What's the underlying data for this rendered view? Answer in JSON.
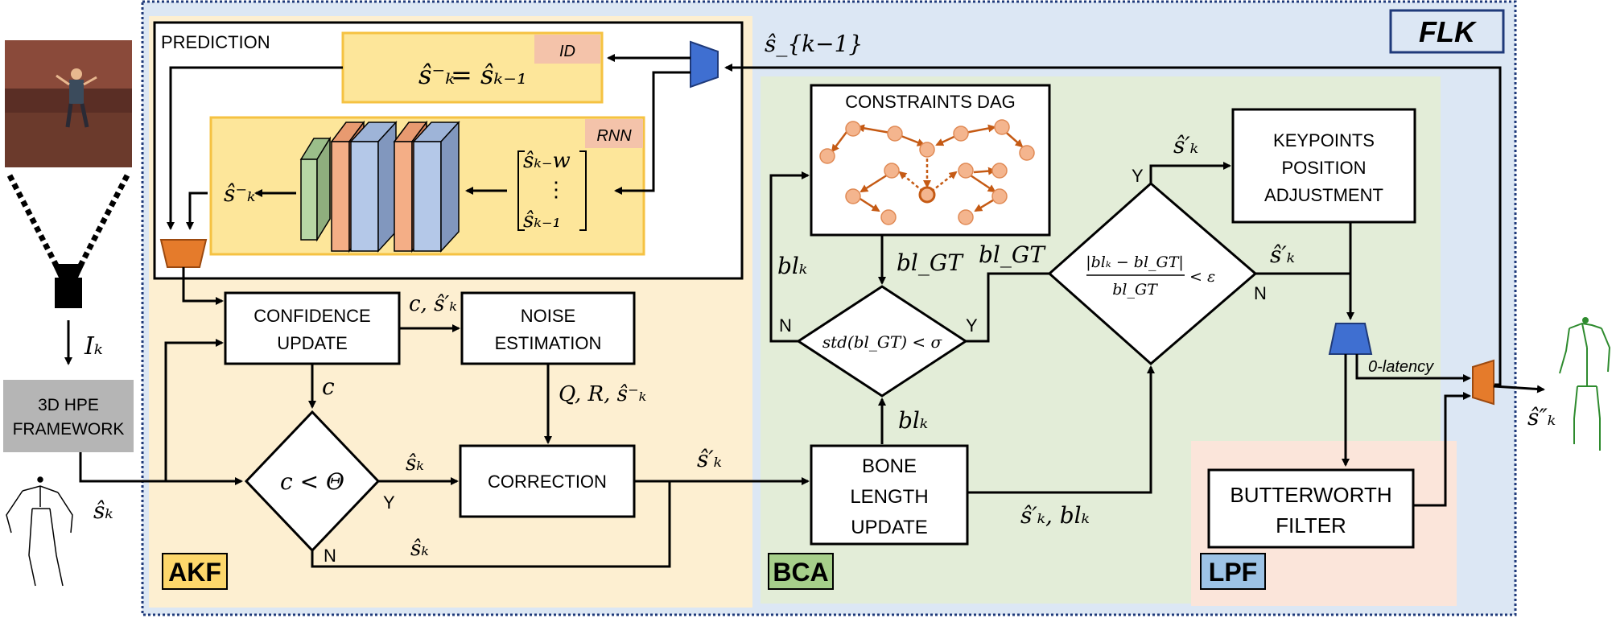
{
  "labels": {
    "flk": "FLK",
    "akf": "AKF",
    "bca": "BCA",
    "lpf": "LPF",
    "prediction": "PREDICTION",
    "id_tag": "ID",
    "rnn_tag": "RNN",
    "confidence_update_1": "CONFIDENCE",
    "confidence_update_2": "UPDATE",
    "noise_estimation_1": "NOISE",
    "noise_estimation_2": "ESTIMATION",
    "correction": "CORRECTION",
    "constraints_dag": "CONSTRAINTS DAG",
    "bone_length_1": "BONE",
    "bone_length_2": "LENGTH",
    "bone_length_3": "UPDATE",
    "keypoints_1": "KEYPOINTS",
    "keypoints_2": "POSITION",
    "keypoints_3": "ADJUSTMENT",
    "butterworth_1": "BUTTERWORTH",
    "butterworth_2": "FILTER",
    "hpe_1": "3D HPE",
    "hpe_2": "FRAMEWORK",
    "zero_latency": "0-latency",
    "yes": "Y",
    "no": "N"
  },
  "math": {
    "s_k_minus_1_top": "ŝ_{k−1}",
    "id_equation_lhs": "ŝ⁻ₖ",
    "id_equation_rhs": "= ŝₖ₋₁",
    "rnn_pred": "ŝ⁻ₖ",
    "rnn_input_top": "ŝₖ₋w",
    "rnn_input_dots": "⋮",
    "rnn_input_bottom": "ŝₖ₋₁",
    "ik": "Iₖ",
    "sk_input": "ŝₖ",
    "c_sprime": "c, ŝ′ₖ",
    "c": "c",
    "c_less_theta": "c < Θ",
    "sk_to_correction": "ŝₖ",
    "sk_bypass": "ŝₖ",
    "qr_s": "Q, R, ŝ⁻ₖ",
    "sprime_out": "ŝ′ₖ",
    "bl_k_left": "blₖ",
    "bl_gt_down": "bl_GT",
    "bl_gt_right": "bl_GT",
    "std_condition": "std(bl_GT) < σ",
    "bl_k_up": "blₖ",
    "sprime_bl": "ŝ′ₖ, blₖ",
    "ratio_numerator": "|blₖ − bl_GT|",
    "ratio_denominator": "bl_GT",
    "ratio_less_eps": "< ε",
    "sprime_yes": "ŝ′ₖ",
    "sprime_no": "ŝ′ₖ",
    "final_output": "ŝ″ₖ"
  },
  "colors": {
    "akf_bg": "#FDEFD1",
    "bca_bg": "#E3EDD8",
    "lpf_bg": "#FBE5DA",
    "flk_bg": "#DCE7F4",
    "yellow_box": "#FDE69A",
    "yellow_border": "#F5C242",
    "tag_bg": "#F4C3AA",
    "blue_trap": "#3F6FD1",
    "orange_trap": "#E57B2B",
    "dag_node": "#F4B58E",
    "dag_edge": "#C55A14"
  }
}
